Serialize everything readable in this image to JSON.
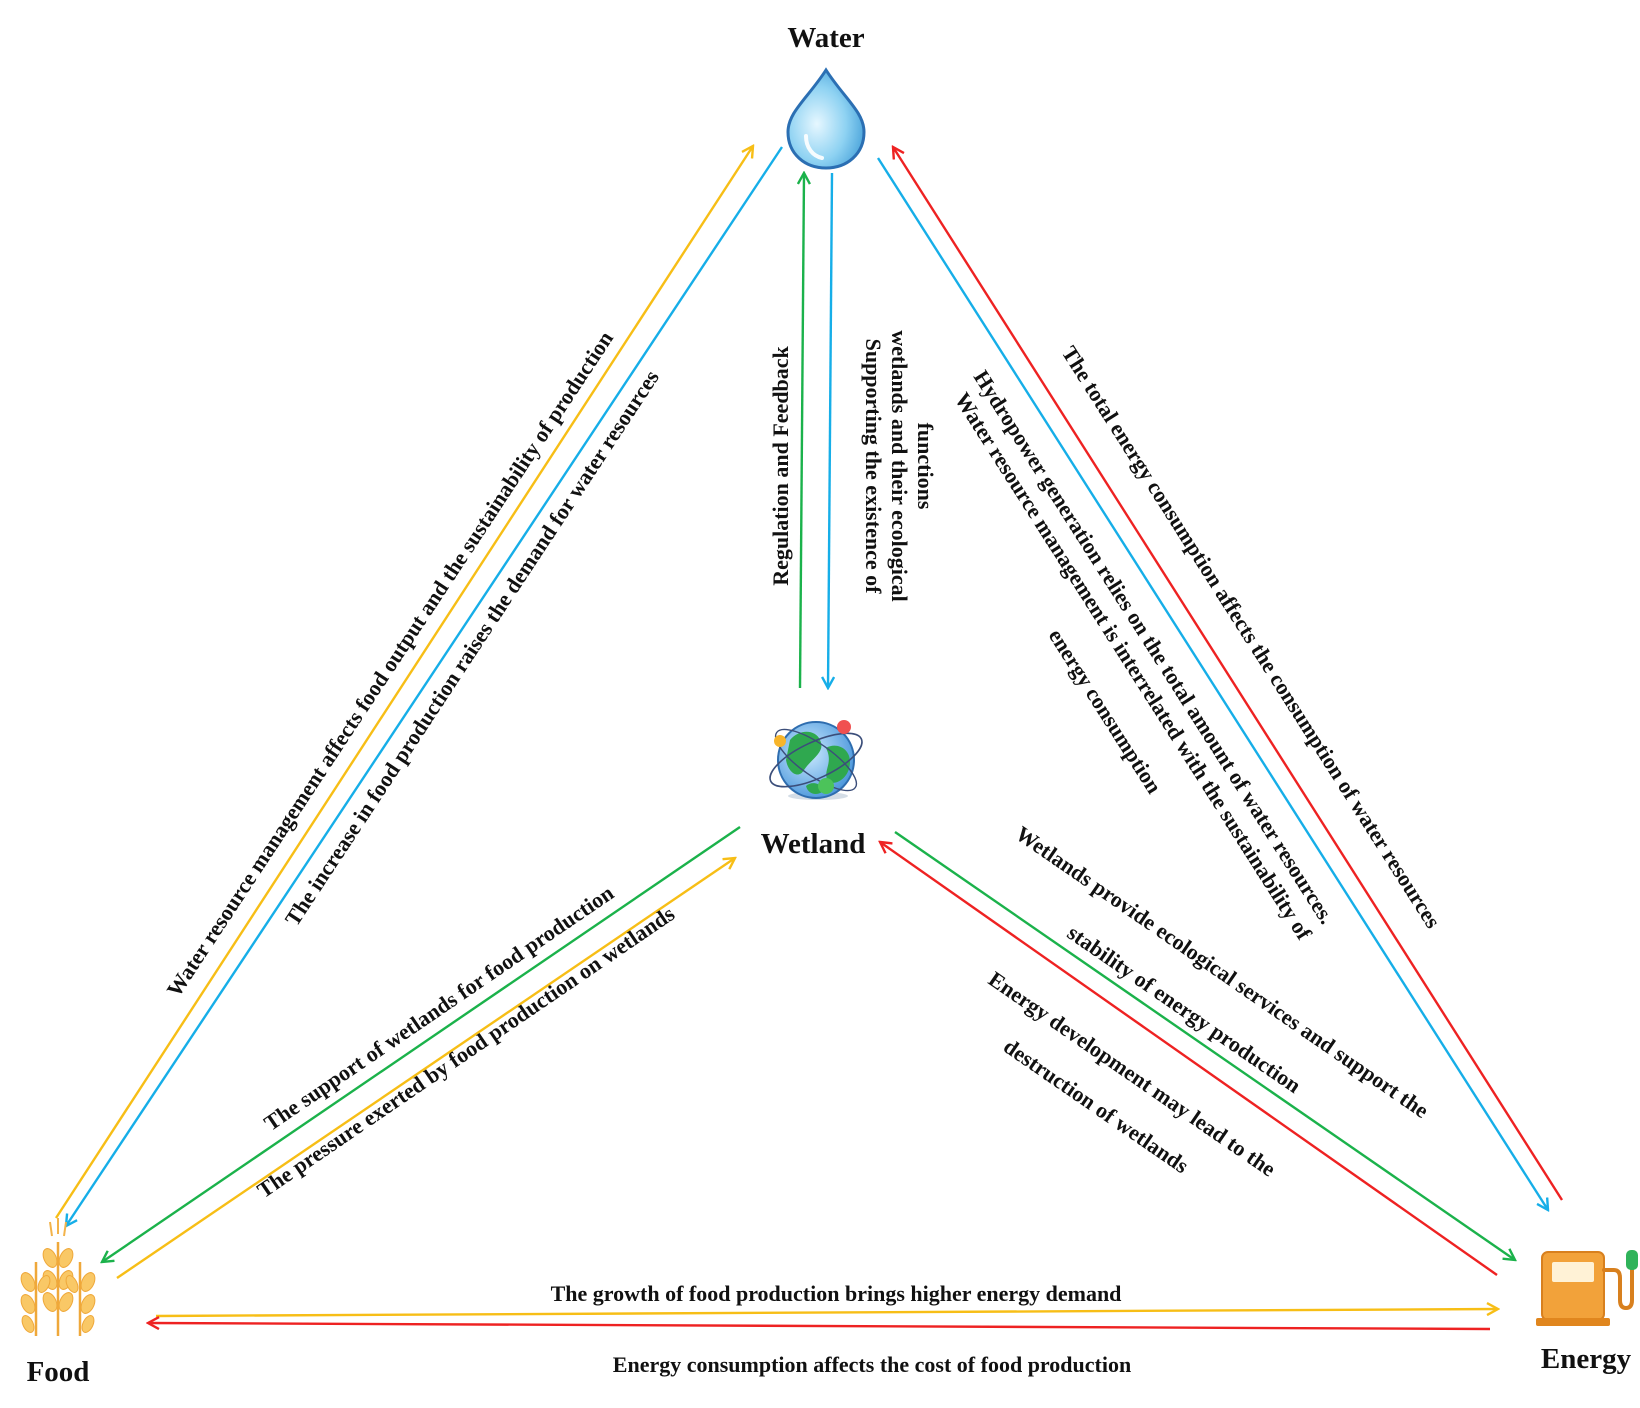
{
  "nodes": {
    "water": "Water",
    "wetland": "Wetland",
    "food": "Food",
    "energy": "Energy"
  },
  "colors": {
    "yellow": "#F7BE16",
    "blue": "#16AEE8",
    "green": "#1BB24B",
    "red": "#EE2222"
  },
  "icons": {
    "water": "water-drop-icon",
    "wetland": "globe-icon",
    "food": "wheat-icon",
    "energy": "fuel-pump-icon"
  },
  "links": {
    "water_food_1": "Water resource management affects food output and the sustainability of production",
    "water_food_2": "The increase in food production raises the demand for water resources",
    "water_wetland_1": "Regulation and Feedback",
    "water_wetland_2a": "Supporting the existence of",
    "water_wetland_2b": "wetlands and their ecological",
    "water_wetland_2c": "functions",
    "water_energy_1": "The total energy consumption affects the consumption of water resources",
    "water_energy_2a": "Hydropower generation relies on the total amount of water resources.",
    "water_energy_2b": "Water resource management is interrelated with the sustainability of",
    "water_energy_2c": "energy consumption",
    "wetland_energy_1a": "Wetlands provide ecological services and support the",
    "wetland_energy_1b": "stability of energy production",
    "wetland_energy_2a": "Energy development may lead to the",
    "wetland_energy_2b": "destruction of wetlands",
    "wetland_food_1": "The support of wetlands for food production",
    "wetland_food_2": "The pressure exerted by food production on wetlands",
    "food_energy_1": "The growth of food production brings higher energy demand",
    "food_energy_2": "Energy consumption affects the cost of food production"
  }
}
